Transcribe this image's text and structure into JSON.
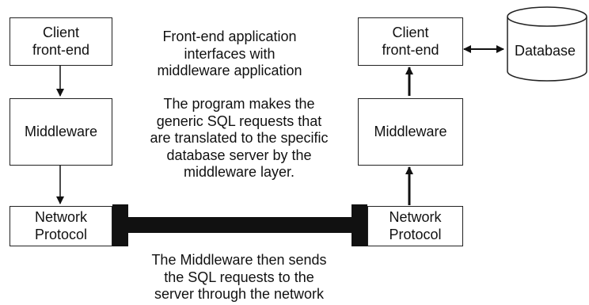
{
  "left": {
    "client": "Client\nfront-end",
    "middleware": "Middleware",
    "network": "Network\nProtocol"
  },
  "right": {
    "client": "Client\nfront-end",
    "middleware": "Middleware",
    "network": "Network\nProtocol",
    "database": "Database"
  },
  "notes": {
    "top": "Front-end application\ninterfaces with\nmiddleware application",
    "middle": "The program makes the\ngeneric SQL requests that\nare translated to the specific\ndatabase server by the\nmiddleware layer.",
    "bottom": "The Middleware then sends\nthe SQL requests to the\nserver through the network"
  }
}
